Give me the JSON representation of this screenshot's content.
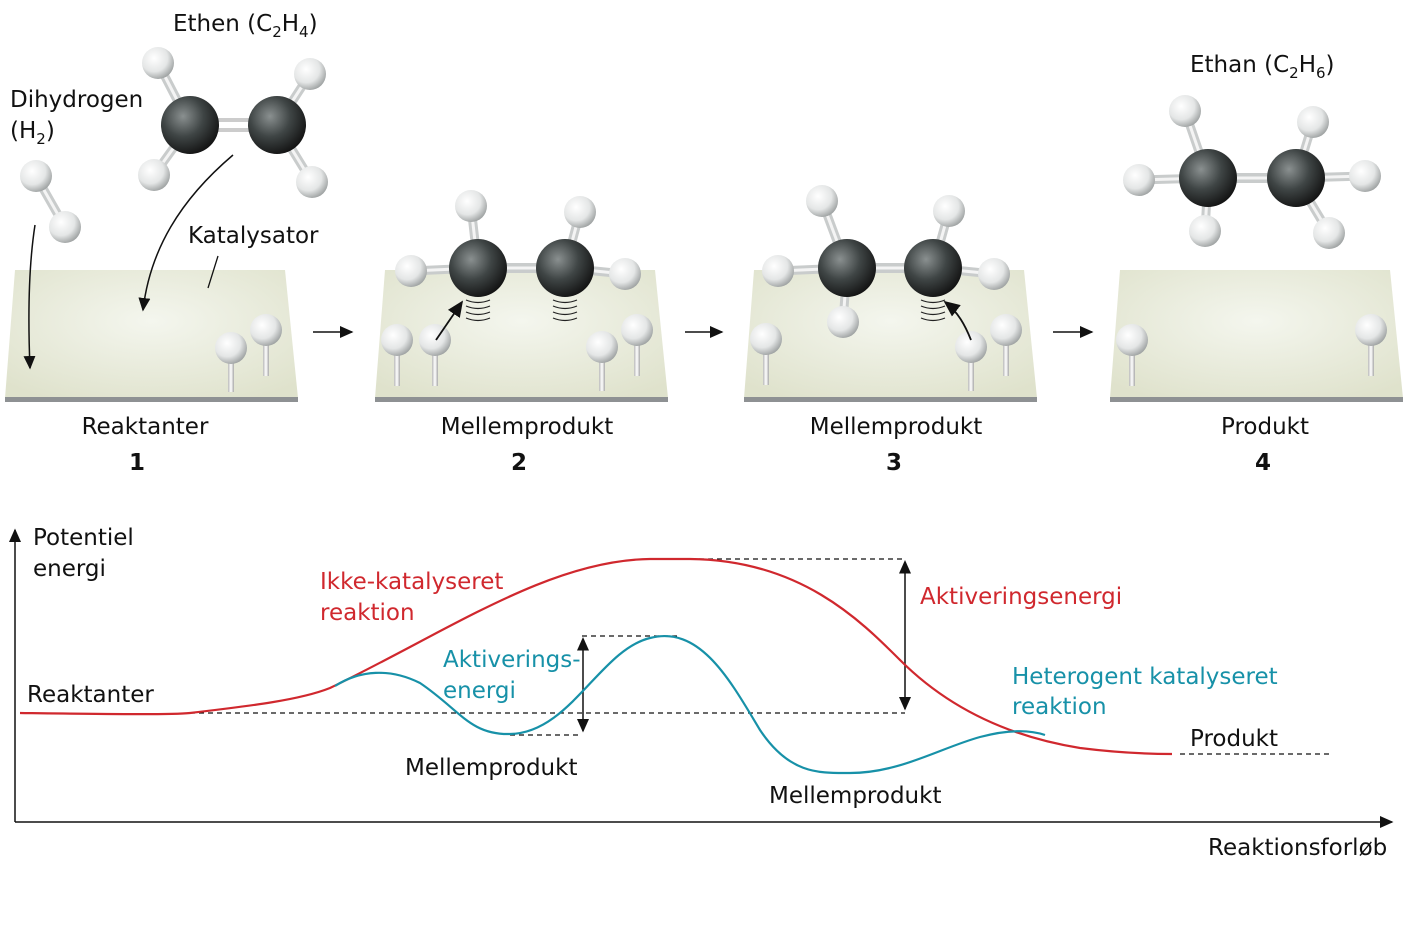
{
  "molecules": {
    "ethene": {
      "name": "Ethen (C",
      "s1": "2",
      "h": "H",
      "s2": "4",
      "close": ")"
    },
    "dihydrogen": {
      "line1": "Dihydrogen",
      "open": "(H",
      "sub": "2",
      "close": ")"
    },
    "ethane": {
      "name": "Ethan (C",
      "s1": "2",
      "h": "H",
      "s2": "6",
      "close": ")"
    },
    "catalyst": "Katalysator"
  },
  "steps": [
    {
      "label": "Reaktanter",
      "number": "1"
    },
    {
      "label": "Mellemprodukt",
      "number": "2"
    },
    {
      "label": "Mellemprodukt",
      "number": "3"
    },
    {
      "label": "Produkt",
      "number": "4"
    }
  ],
  "graph": {
    "y_axis": {
      "line1": "Potentiel",
      "line2": "energi"
    },
    "x_axis": "Reaktionsforløb",
    "reactants": "Reaktanter",
    "product": "Produkt",
    "uncatalyzed": {
      "line1": "Ikke-katalyseret",
      "line2": "reaktion",
      "activation": "Aktiveringsenergi",
      "color": "#d0282e"
    },
    "catalyzed": {
      "line1": "Heterogent katalyseret",
      "line2": "reaktion",
      "activation1": "Aktiverings-",
      "activation2": "energi",
      "color": "#1791a8"
    },
    "intermediate1": "Mellemprodukt",
    "intermediate2": "Mellemprodukt"
  }
}
